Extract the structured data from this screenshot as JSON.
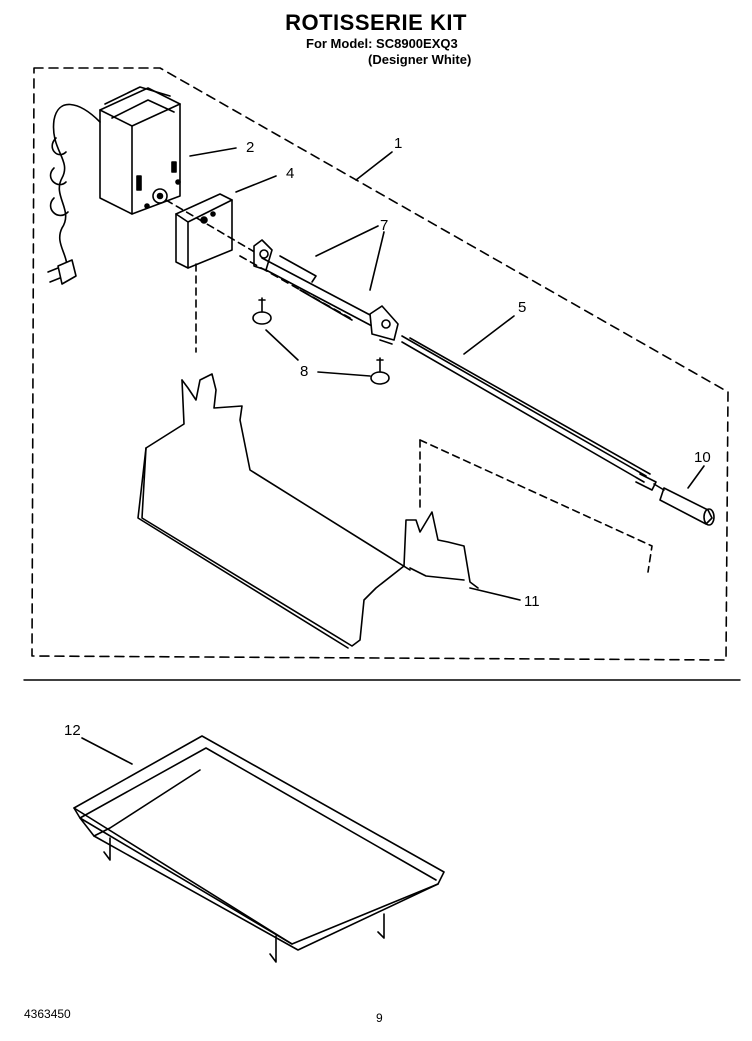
{
  "title": "ROTISSERIE KIT",
  "model_line": "For Model: SC8900EXQ3",
  "variant_line": "(Designer White)",
  "callouts": [
    "1",
    "2",
    "4",
    "7",
    "5",
    "8",
    "10",
    "11",
    "12"
  ],
  "footer": {
    "doc_number": "4363450",
    "page_number": "9"
  }
}
